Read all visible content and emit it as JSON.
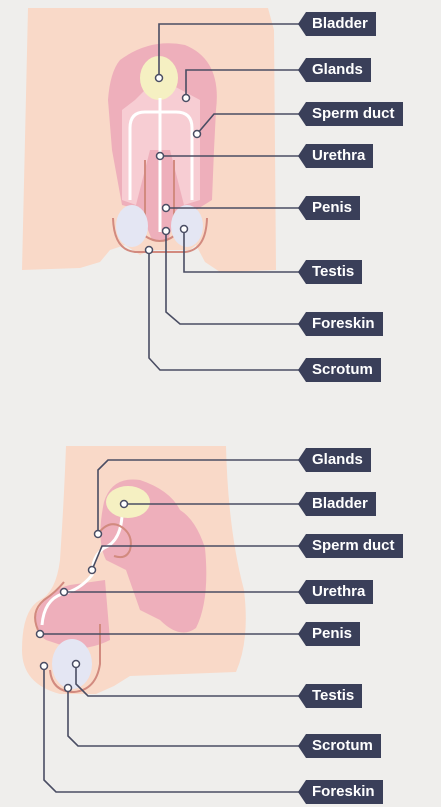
{
  "front_view": {
    "labels": [
      "Bladder",
      "Glands",
      "Sperm duct",
      "Urethra",
      "Penis",
      "Testis",
      "Foreskin",
      "Scrotum"
    ]
  },
  "side_view": {
    "labels": [
      "Glands",
      "Bladder",
      "Sperm duct",
      "Urethra",
      "Penis",
      "Testis",
      "Scrotum",
      "Foreskin"
    ]
  },
  "colors": {
    "background": "#efeeec",
    "skin": "#f9d9c8",
    "organ": "#eeafbb",
    "organ_light": "#f7cdd3",
    "bladder": "#f5f0c2",
    "testis": "#e4e6f3",
    "label_bg": "#3a3f59",
    "leader": "#4a4d63"
  }
}
